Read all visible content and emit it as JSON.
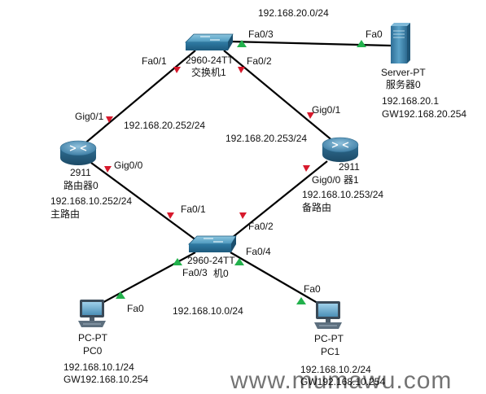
{
  "subnets": {
    "server_net": "192.168.20.0/24",
    "lan_net": "192.168.10.0/24"
  },
  "switch_top": {
    "model": "2960-24TT",
    "name": "交换机1"
  },
  "switch_bottom": {
    "model": "2960-24TT",
    "name": "机0"
  },
  "router_main": {
    "model": "2911",
    "name": "路由器0",
    "ip_top": "192.168.20.252/24",
    "ip_bottom": "192.168.10.252/24",
    "role": "主路由"
  },
  "router_backup": {
    "model": "2911",
    "name": "器1",
    "ip_top": "192.168.20.253/24",
    "ip_bottom": "192.168.10.253/24",
    "role": "备路由"
  },
  "server": {
    "type": "Server-PT",
    "name": "服务器0",
    "ip": "192.168.20.1",
    "gw": "GW192.168.20.254"
  },
  "pc0": {
    "type": "PC-PT",
    "name": "PC0",
    "ip": "192.168.10.1/24",
    "gw": "GW192.168.10.254"
  },
  "pc1": {
    "type": "PC-PT",
    "name": "PC1",
    "ip": "192.168.10.2/24",
    "gw": "GW192.168.10.254"
  },
  "ports": {
    "sw1_fa03": "Fa0/3",
    "server_fa0": "Fa0",
    "sw1_fa01": "Fa0/1",
    "sw1_fa02": "Fa0/2",
    "r0_gig01": "Gig0/1",
    "r0_gig00": "Gig0/0",
    "r1_gig01": "Gig0/1",
    "r1_gig00": "Gig0/0",
    "sw0_fa01": "Fa0/1",
    "sw0_fa02": "Fa0/2",
    "sw0_fa03": "Fa0/3",
    "sw0_fa04": "Fa0/4",
    "pc0_fa0": "Fa0",
    "pc1_fa0": "Fa0"
  },
  "colors": {
    "link": "#000000",
    "up": "#22b14c",
    "down": "#d7192c",
    "switch": "#3c8fb5",
    "router": "#3f7fa6",
    "server": "#3c7fa8"
  },
  "watermark": "www.mumawu.com"
}
